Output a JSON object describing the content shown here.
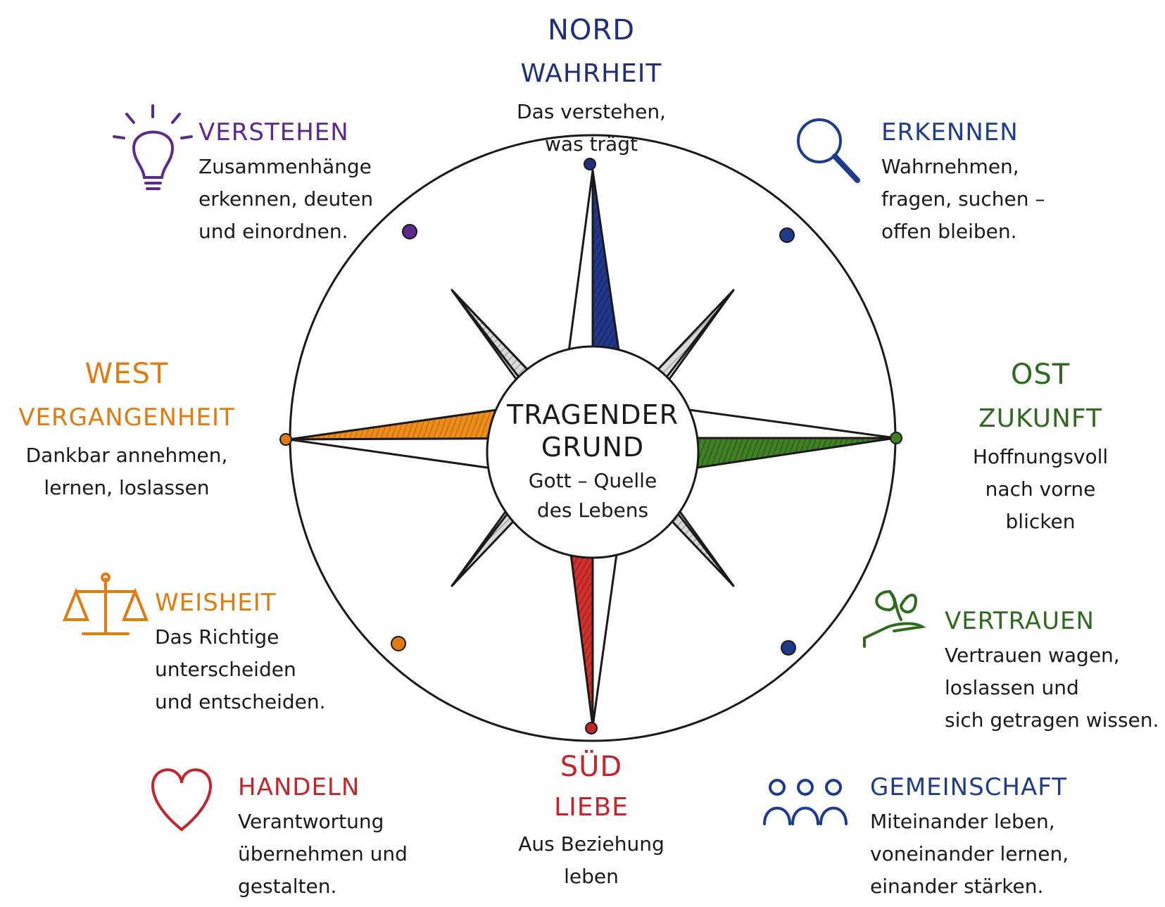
{
  "center": {
    "title_line1": "TRAGENDER",
    "title_line2": "GRUND",
    "subtitle": "Gott – Quelle\ndes Lebens"
  },
  "north": {
    "direction": "NORD",
    "theme": "WAHRHEIT",
    "text": "Das verstehen,\nwas trägt",
    "color": "#1f2f7a"
  },
  "east": {
    "direction": "OST",
    "theme": "ZUKUNFT",
    "text": "Hoffnungsvoll\nnach vorne\nblicken",
    "color": "#2e6b1f"
  },
  "south": {
    "direction": "SÜD",
    "theme": "LIEBE",
    "text": "Aus Beziehung\nleben",
    "color": "#c0262b"
  },
  "west": {
    "direction": "WEST",
    "theme": "VERGANGENHEIT",
    "text": "Dankbar annehmen,\nlernen, loslassen",
    "color": "#e07b12"
  },
  "verstehen": {
    "title": "VERSTEHEN",
    "text": "Zusammenhänge\nerkennen, deuten\nund einordnen.",
    "color": "#5b2a8c",
    "icon": "lightbulb-icon"
  },
  "erkennen": {
    "title": "ERKENNEN",
    "text": "Wahrnehmen,\nfragen, suchen –\noffen bleiben.",
    "color": "#1f3c8c",
    "icon": "magnifier-icon"
  },
  "weisheit": {
    "title": "WEISHEIT",
    "text": "Das Richtige\nunterscheiden\nund entscheiden.",
    "color": "#e07b12",
    "icon": "scales-icon"
  },
  "vertrauen": {
    "title": "VERTRAUEN",
    "text": "Vertrauen wagen,\nloslassen und\nsich getragen wissen.",
    "color": "#2e6b1f",
    "icon": "plant-hand-icon"
  },
  "handeln": {
    "title": "HANDELN",
    "text": "Verantwortung\nübernehmen und\ngestalten.",
    "color": "#c0262b",
    "icon": "heart-icon"
  },
  "gemeinschaft": {
    "title": "GEMEINSCHAFT",
    "text": "Miteinander leben,\nvoneinander lernen,\neinander stärken.",
    "color": "#1f3c8c",
    "icon": "people-icon"
  }
}
